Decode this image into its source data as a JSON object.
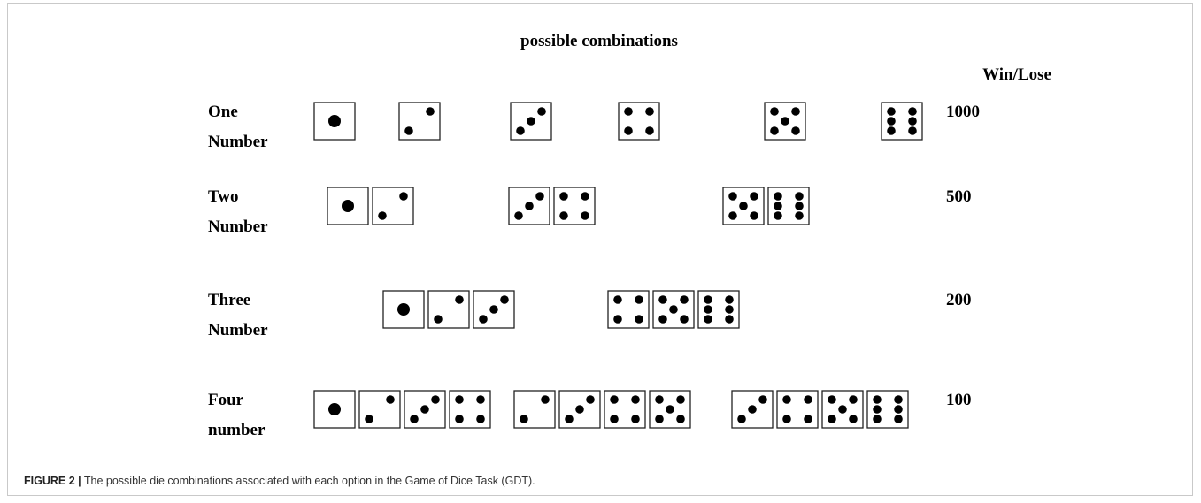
{
  "title": "possible combinations",
  "win_lose_header": "Win/Lose",
  "options": [
    {
      "label_line1": "One",
      "label_line2": "Number",
      "amount": "1000",
      "groups": [
        [
          1
        ],
        [
          2
        ],
        [
          3
        ],
        [
          4
        ],
        [
          5
        ],
        [
          6
        ]
      ]
    },
    {
      "label_line1": "Two",
      "label_line2": "Number",
      "amount": "500",
      "groups": [
        [
          1,
          2
        ],
        [
          3,
          4
        ],
        [
          5,
          6
        ]
      ]
    },
    {
      "label_line1": "Three",
      "label_line2": "Number",
      "amount": "200",
      "groups": [
        [
          1,
          2,
          3
        ],
        [
          4,
          5,
          6
        ]
      ]
    },
    {
      "label_line1": "Four",
      "label_line2": "number",
      "amount": "100",
      "groups": [
        [
          1,
          2,
          3,
          4
        ],
        [
          2,
          3,
          4,
          5
        ],
        [
          3,
          4,
          5,
          6
        ]
      ]
    }
  ],
  "caption": {
    "label": "FIGURE 2 |",
    "text": " The possible die combinations associated with each option in the Game of Dice Task (GDT)."
  }
}
